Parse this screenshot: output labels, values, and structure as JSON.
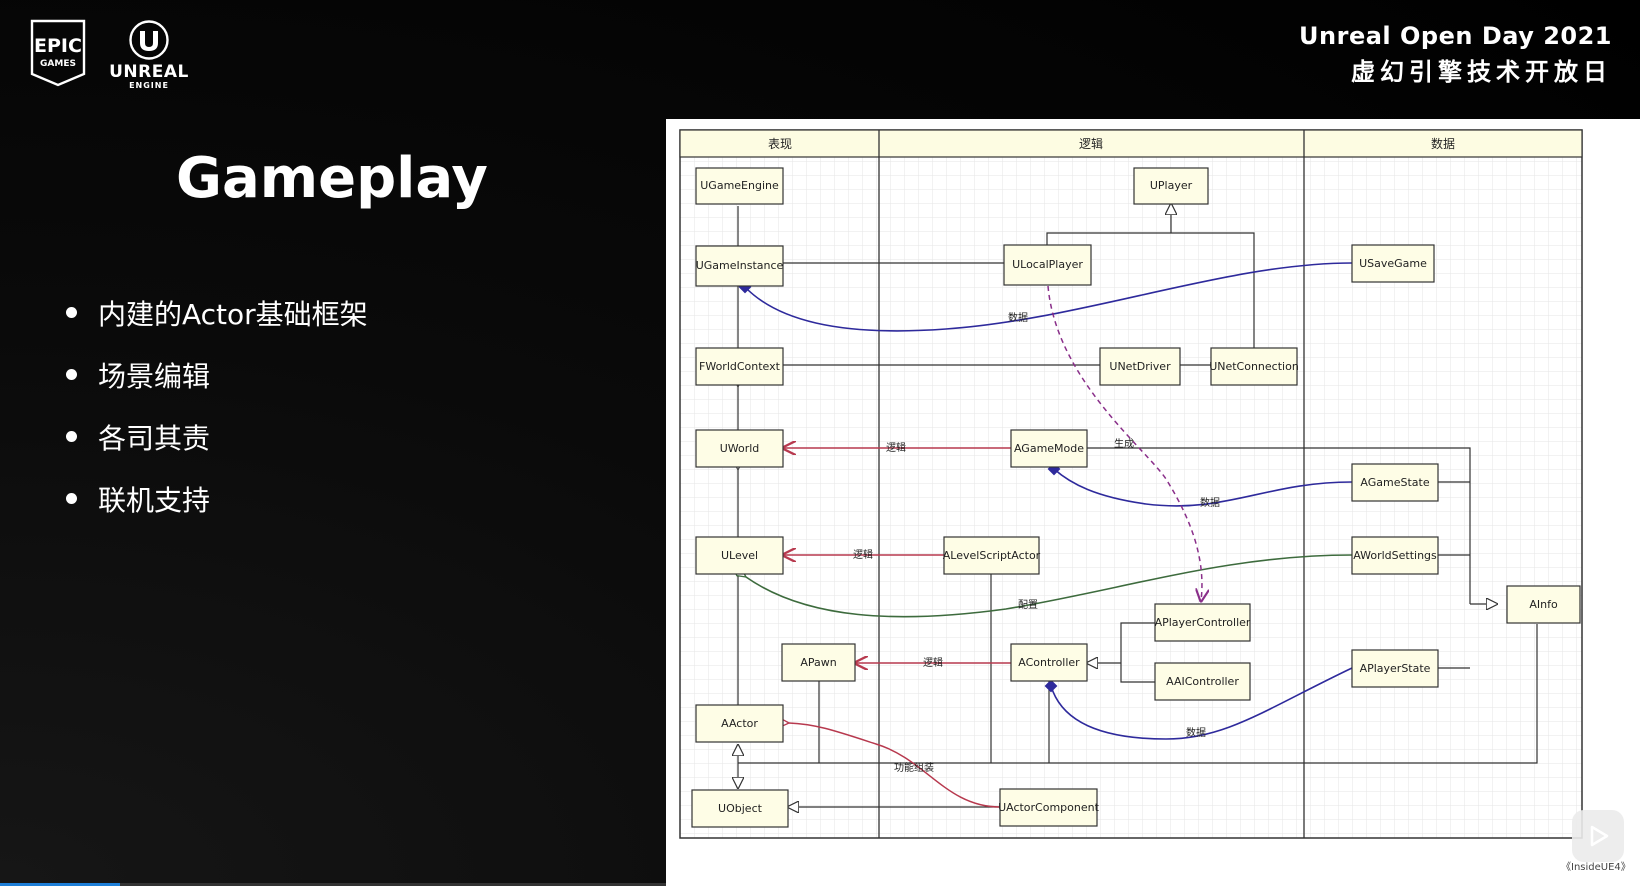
{
  "branding": {
    "epic_text": "EPIC",
    "epic_sub": "GAMES",
    "ue_text": "UNREAL",
    "ue_sub": "ENGINE"
  },
  "event": {
    "title_en": "Unreal Open Day 2021",
    "title_cn": "虚幻引擎技术开放日"
  },
  "slide": {
    "title": "Gameplay",
    "bullets": [
      "内建的Actor基础框架",
      "场景编辑",
      "各司其责",
      "联机支持"
    ]
  },
  "diagram": {
    "columns": [
      "表现",
      "逻辑",
      "数据"
    ],
    "classes": {
      "UGameEngine": "UGameEngine",
      "UPlayer": "UPlayer",
      "UGameInstance": "UGameInstance",
      "ULocalPlayer": "ULocalPlayer",
      "USaveGame": "USaveGame",
      "FWorldContext": "FWorldContext",
      "UNetDriver": "UNetDriver",
      "UNetConnection": "UNetConnection",
      "UWorld": "UWorld",
      "AGameMode": "AGameMode",
      "AGameState": "AGameState",
      "ULevel": "ULevel",
      "ALevelScriptActor": "ALevelScriptActor",
      "AWorldSettings": "AWorldSettings",
      "AInfo": "AInfo",
      "APlayerController": "APlayerController",
      "APawn": "APawn",
      "AController": "AController",
      "AAIController": "AAIController",
      "APlayerState": "APlayerState",
      "AActor": "AActor",
      "UObject": "UObject",
      "UActorComponent": "UActorComponent"
    },
    "labels": {
      "logic": "逻辑",
      "data": "数据",
      "spawn": "生成",
      "config": "配置",
      "component": "功能组装"
    },
    "colors": {
      "data_line": "#2e2a9c",
      "logic_line": "#b7394e",
      "config_line": "#3d6b3d",
      "spawn_line": "#8a2f8a"
    }
  },
  "watermark": "《InsideUE4》"
}
